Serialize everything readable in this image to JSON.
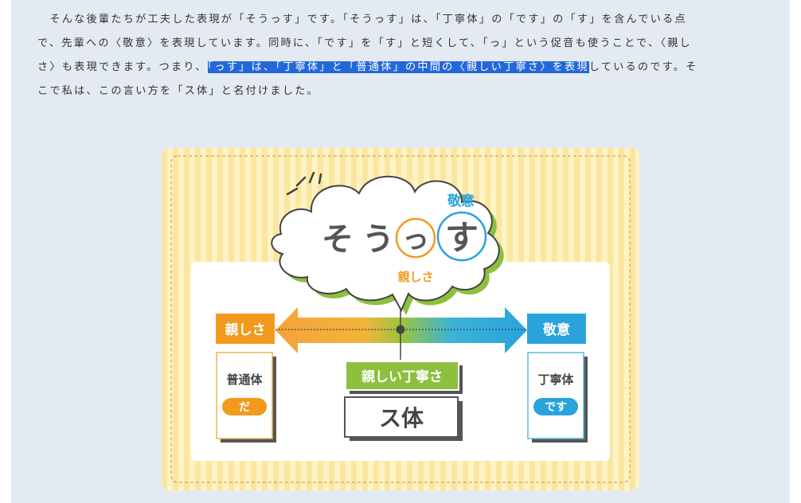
{
  "article": {
    "line1": "　そんな後輩たちが工夫した表現が「そうっす」です。「そうっす」は、「丁寧体」の「です」の「す」を含んでいる点",
    "line2": "で、先輩への〈敬意〉を表現しています。同時に、「です」を「す」と短くして、「っ」という促音も使うことで、〈親し",
    "line3_before": "さ〉も表現できます。つまり、",
    "line3_highlight": "「っす」は、「丁寧体」と「普通体」の中間の〈親しい丁寧さ〉を表現",
    "line3_after": "しているのです。そ",
    "line4": "こで私は、この言い方を「ス体」と名付けました。"
  },
  "diagram": {
    "bubble_word_1": "そ",
    "bubble_word_2": "う",
    "bubble_word_3": "っ",
    "bubble_word_4": "す",
    "label_respect_top": "敬意",
    "label_friendly_bottom": "親しさ",
    "left_tag": "親しさ",
    "right_tag": "敬意",
    "left_card_title": "普通体",
    "left_card_pill": "だ",
    "right_card_title": "丁寧体",
    "right_card_pill": "です",
    "center_label": "親しい丁寧さ",
    "center_box": "ス体",
    "colors": {
      "orange": "#f29a1e",
      "blue": "#2aa3dc",
      "green": "#8dc040",
      "cream": "#fdf3c4",
      "stripe": "#fbe6a0"
    }
  }
}
